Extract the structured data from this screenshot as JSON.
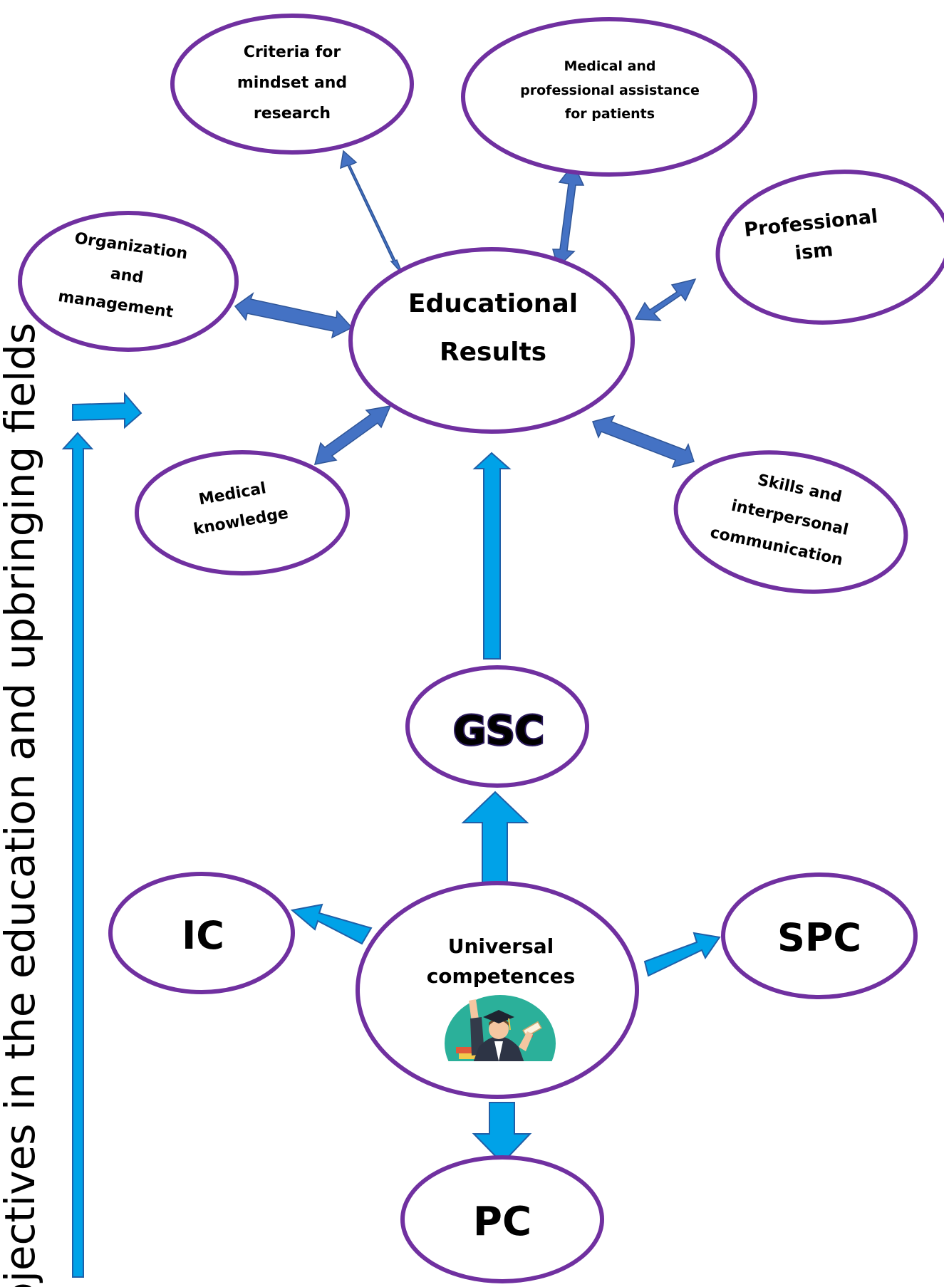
{
  "side_label": "bjectives in the education and upbringing fields",
  "nodes": {
    "educational_results": [
      "Educational",
      "Results"
    ],
    "criteria": [
      "Criteria for",
      "mindset and",
      "research"
    ],
    "medical_assistance": [
      "Medical and",
      "professional assistance",
      "for patients"
    ],
    "professionalism": [
      "Professional",
      "ism"
    ],
    "organization": [
      "Organization",
      "and",
      "management"
    ],
    "medical_knowledge": [
      "Medical",
      "knowledge"
    ],
    "skills": [
      "Skills and",
      "interpersonal",
      "communication"
    ],
    "gsc": "GSC",
    "universal": [
      "Universal",
      "competences"
    ],
    "ic": "IC",
    "spc": "SPC",
    "pc": "PC"
  },
  "colors": {
    "ellipse_stroke": "#7030a0",
    "dark_arrow": "#4472c4",
    "light_arrow": "#00a2e8",
    "arrow_outline": "#2f5597"
  },
  "icons": [
    "graduate-icon"
  ]
}
